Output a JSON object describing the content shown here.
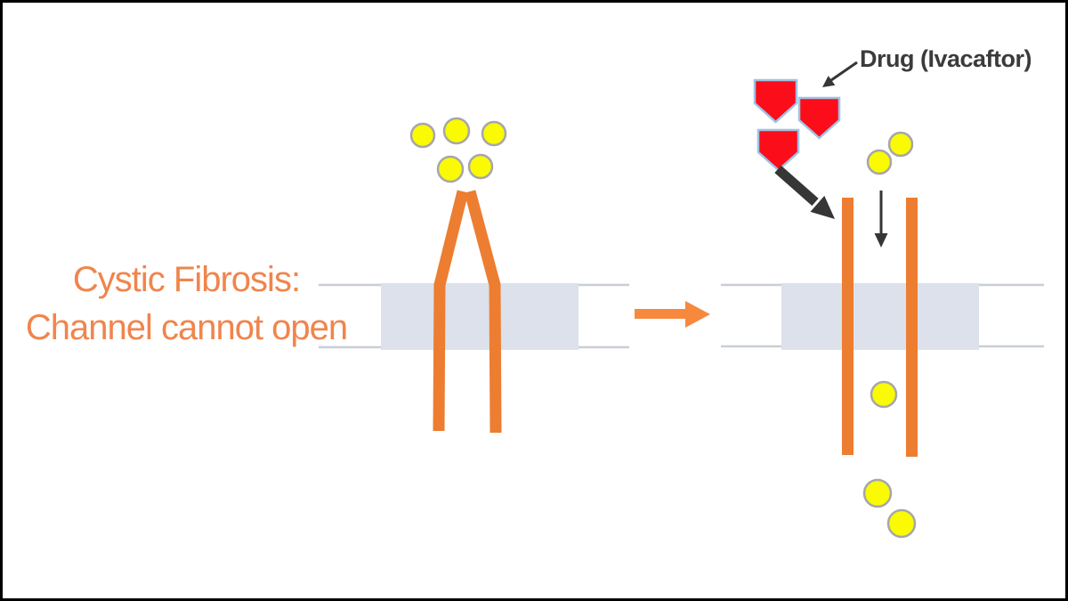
{
  "diagram": {
    "left_panel": {
      "caption_line1": "Cystic Fibrosis:",
      "caption_line2": "Channel cannot open",
      "channel_state": "closed",
      "ion_count_blocked_above": 5
    },
    "transition": {
      "arrow_direction": "right"
    },
    "right_panel": {
      "drug_label": "Drug (Ivacaftor)",
      "drug_molecule_count": 3,
      "channel_state": "open",
      "ion_count_above_channel": 2,
      "ion_count_passing_through": 3
    }
  },
  "colors": {
    "background": "#FFFFFF",
    "frame": "#000000",
    "caption_orange": "#F0854C",
    "channel_orange": "#ED7D31",
    "arrow_orange": "#F6893E",
    "ion_yellow": "#FAFA00",
    "ion_border": "#A6A6AC",
    "drug_red": "#FB0D1A",
    "drug_border": "#9DC3E6",
    "membrane_fill": "#DCE1EB",
    "membrane_line": "#C9CED6",
    "label_dark": "#3B3B3B",
    "arrow_black": "#363636"
  }
}
